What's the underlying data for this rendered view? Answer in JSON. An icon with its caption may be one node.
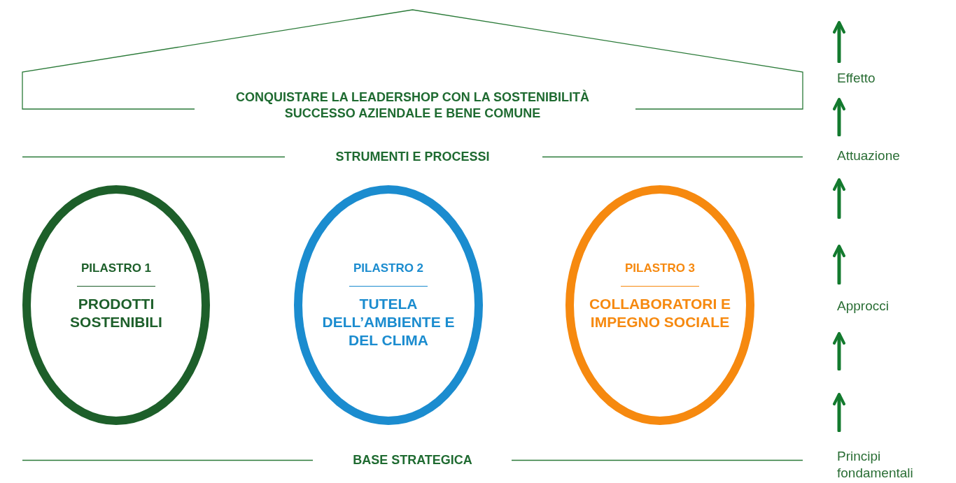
{
  "diagram": {
    "nodes": [
      {
        "text": [
          "CONQUISTARE LA LEADERSHOP CON LA SOSTENIBILITÀ",
          "SUCCESSO AZIENDALE E BENE COMUNE"
        ]
      },
      {
        "text": [
          "STRUMENTI E PROCESSI"
        ]
      },
      {
        "text": [
          "PILASTRO 1",
          "PRODOTTI SOSTENIBILI"
        ]
      },
      {
        "text": [
          "PILASTRO 2",
          "TUTELA DELL’AMBIENTE E DEL CLIMA"
        ]
      },
      {
        "text": [
          "PILASTRO 3",
          "COLLABORATORI E IMPEGNO SOCIALE"
        ]
      },
      {
        "text": [
          "BASE STRATEGICA"
        ]
      }
    ],
    "labels": [
      "Effetto",
      "Attuazione",
      "Approcci",
      "Principi fondamentali"
    ]
  }
}
